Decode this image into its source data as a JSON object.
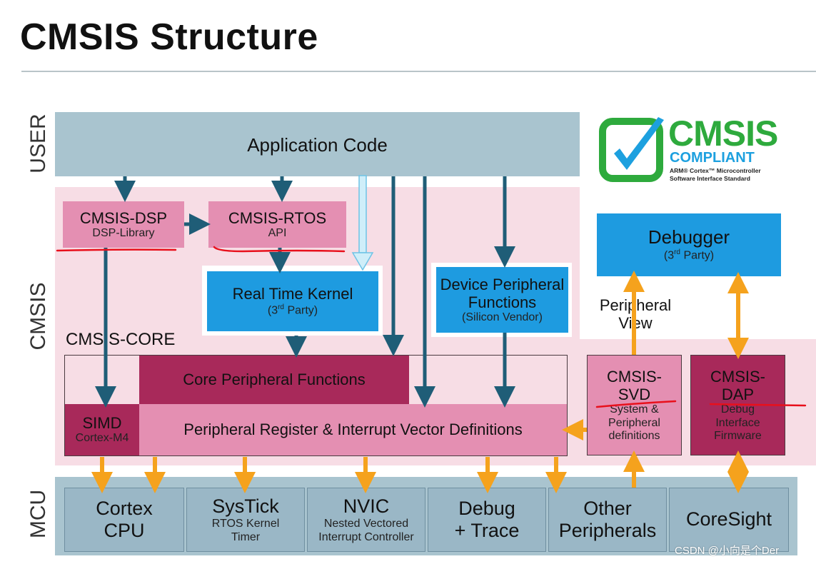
{
  "title": "CMSIS Structure",
  "lanes": {
    "user": "USER",
    "cmsis": "CMSIS",
    "mcu": "MCU"
  },
  "application_code": "Application Code",
  "cmsis_dsp": {
    "title": "CMSIS-DSP",
    "sub": "DSP-Library"
  },
  "cmsis_rtos": {
    "title": "CMSIS-RTOS",
    "sub": "API"
  },
  "rtk": {
    "title": "Real Time Kernel",
    "sub_prefix": "(3",
    "sub_sup": "rd",
    "sub_suffix": " Party)"
  },
  "device_periph": {
    "line1": "Device Peripheral",
    "line2": "Functions",
    "sub": "(Silicon Vendor)"
  },
  "debugger": {
    "title": "Debugger",
    "sub_prefix": "(3",
    "sub_sup": "rd",
    "sub_suffix": " Party)"
  },
  "peripheral_view": {
    "line1": "Peripheral",
    "line2": "View"
  },
  "cmsis_core_label": "CMSIS-CORE",
  "core_periph_functions": "Core Peripheral Functions",
  "simd": {
    "title": "SIMD",
    "sub": "Cortex-M4"
  },
  "periph_register": "Peripheral Register & Interrupt Vector Definitions",
  "cmsis_svd": {
    "line1": "CMSIS-",
    "line2": "SVD",
    "sub1": "System &",
    "sub2": "Peripheral",
    "sub3": "definitions"
  },
  "cmsis_dap": {
    "line1": "CMSIS-",
    "line2": "DAP",
    "sub1": "Debug",
    "sub2": "Interface",
    "sub3": "Firmware"
  },
  "logo": {
    "word": "CMSIS",
    "compliant": "COMPLIANT",
    "line1": "ARM® Cortex™ Microcontroller",
    "line2": "Software Interface Standard"
  },
  "mcu_blocks": [
    {
      "title1": "Cortex",
      "title2": "CPU"
    },
    {
      "title1": "SysTick",
      "sub1": "RTOS Kernel",
      "sub2": "Timer"
    },
    {
      "title1": "NVIC",
      "sub1": "Nested Vectored",
      "sub2": "Interrupt Controller"
    },
    {
      "title1": "Debug",
      "title2": "+ Trace"
    },
    {
      "title1": "Other",
      "title2": "Peripherals"
    },
    {
      "title1": "CoreSight"
    }
  ],
  "watermark": "CSDN @小向是个Der",
  "colors": {
    "user_band": "#a9c4cf",
    "cmsis_band": "#f7dde5",
    "pink_box": "#e48fb2",
    "dark_pink": "#a8295a",
    "blue_box": "#1e9be0",
    "mcu_box": "#9ab7c6",
    "orange_arrow": "#f5a21d",
    "teal_arrow": "#1f5d77",
    "red_underline": "#e8101c",
    "logo_green": "#2eaa3d",
    "logo_blue": "#1da0df"
  }
}
